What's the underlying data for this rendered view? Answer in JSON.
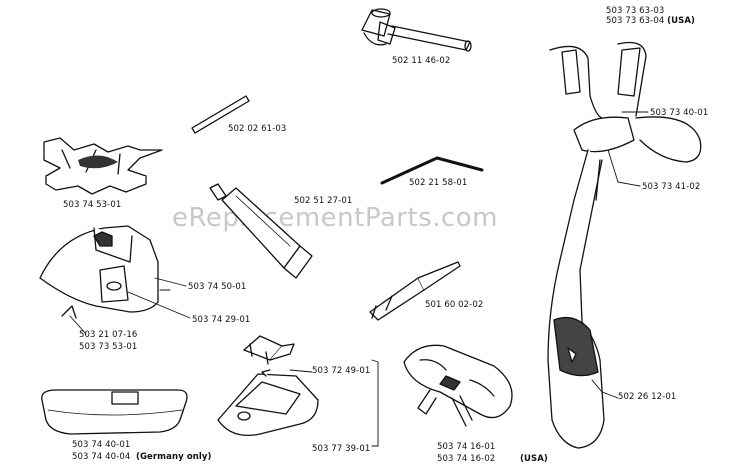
{
  "watermark": "eReplacementParts.com",
  "parts": {
    "harness_1": "503 73 63-03",
    "harness_2": "503 73 63-04",
    "harness_2_note": "(USA)",
    "wrench": "502 11 46-02",
    "pin": "502 02 61-03",
    "harness_clip": "503 73 40-01",
    "blade": "503 74 53-01",
    "grease": "502 51 27-01",
    "hex_key": "502 21 58-01",
    "harness_strap": "503 73 41-02",
    "guard_1": "503 74 50-01",
    "guard_2": "503 74 29-01",
    "guard_3": "503 21 07-16",
    "guard_4": "503 73 53-01",
    "file": "501 60 02-02",
    "bracket": "503 72 49-01",
    "hip_pad": "502 26 12-01",
    "blade_guard": "503 77 39-01",
    "cover_1": "503 74 40-01",
    "cover_2": "503 74 40-04",
    "cover_2_note": "(Germany only)",
    "belt_1": "503 74 16-01",
    "belt_2": "503 74 16-02",
    "belt_note": "(USA)"
  }
}
